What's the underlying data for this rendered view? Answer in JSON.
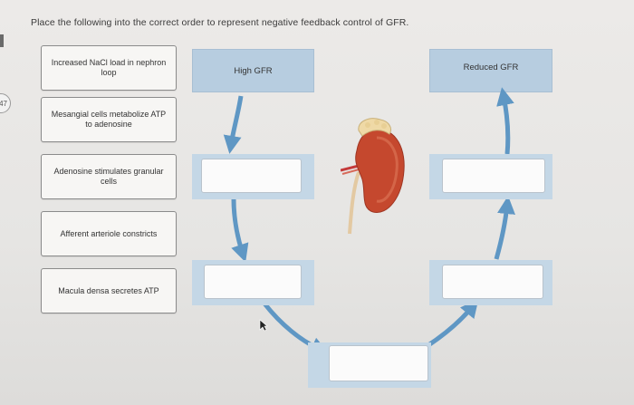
{
  "instruction": "Place the following into the correct order to represent negative feedback control of GFR.",
  "question_number": "47",
  "cards": [
    "Increased NaCl load in nephron loop",
    "Mesangial cells metabolize ATP to adenosine",
    "Adenosine stimulates granular cells",
    "Afferent arteriole constricts",
    "Macula densa secretes ATP"
  ],
  "labels": {
    "start": "High GFR",
    "end": "Reduced GFR"
  },
  "colors": {
    "arrow": "#5f97c4",
    "label_bg": "#b7cde0",
    "card_border": "#8b8b8b"
  }
}
